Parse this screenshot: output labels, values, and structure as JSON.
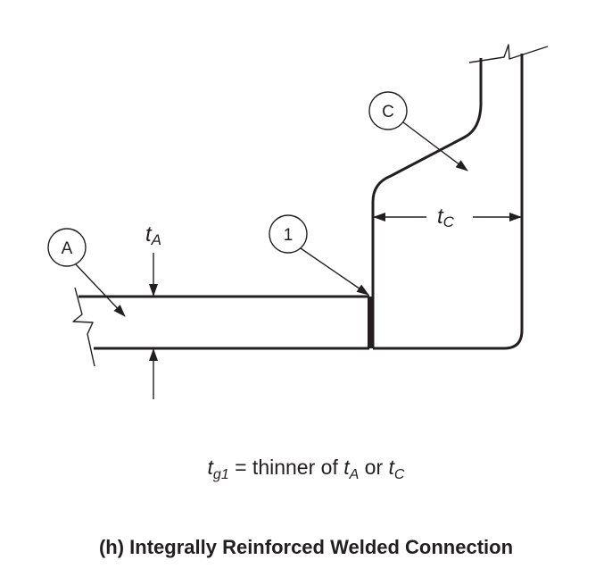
{
  "labels": {
    "callout_a": "A",
    "callout_c": "C",
    "callout_1": "1",
    "ta_main": "t",
    "ta_sub": "A",
    "tc_main": "t",
    "tc_sub": "C"
  },
  "formula": {
    "t": "t",
    "g1": "g1",
    "text": " = thinner of ",
    "ta_t": "t",
    "ta_sub": "A",
    "or": " or ",
    "tc_t": "t",
    "tc_sub": "C"
  },
  "caption": "(h) Integrally Reinforced Welded Connection"
}
